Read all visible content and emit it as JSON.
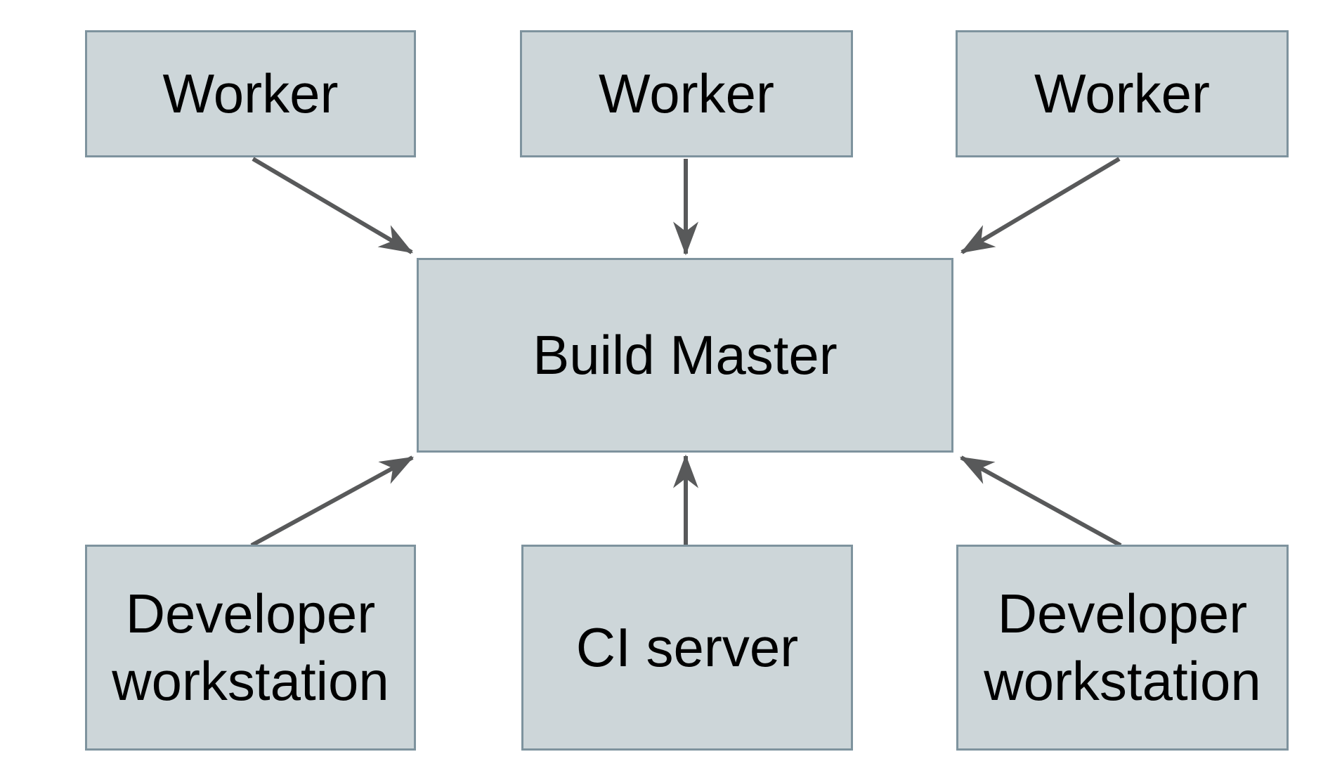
{
  "diagram": {
    "colors": {
      "background": "#ffffff",
      "node_fill": "#cdd6d9",
      "node_border": "#7e939e",
      "arrow": "#58595a",
      "text": "#000000"
    },
    "nodes": {
      "worker_1": "Worker",
      "worker_2": "Worker",
      "worker_3": "Worker",
      "build_master": "Build Master",
      "dev_left": "Developer workstation",
      "ci_server": "CI server",
      "dev_right": "Developer workstation"
    },
    "edges": [
      {
        "from": "worker_1",
        "to": "build_master"
      },
      {
        "from": "worker_2",
        "to": "build_master"
      },
      {
        "from": "worker_3",
        "to": "build_master"
      },
      {
        "from": "dev_left",
        "to": "build_master"
      },
      {
        "from": "ci_server",
        "to": "build_master"
      },
      {
        "from": "dev_right",
        "to": "build_master"
      }
    ]
  }
}
